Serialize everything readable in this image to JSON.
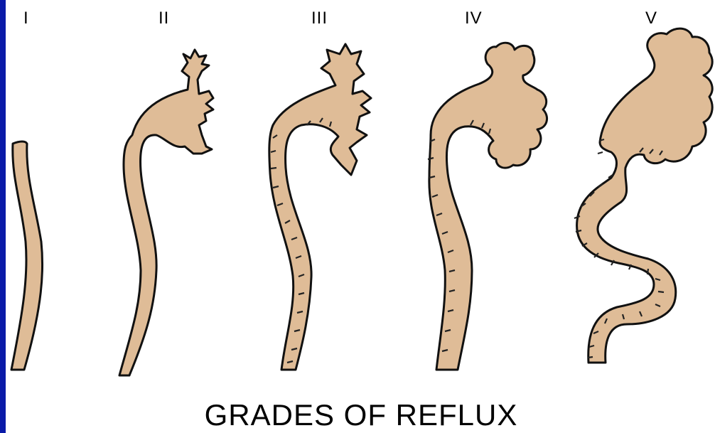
{
  "grades": [
    "I",
    "II",
    "III",
    "IV",
    "V"
  ],
  "title": "GRADES OF REFLUX",
  "colors": {
    "background_border": "#0a1aa8",
    "panel": "#ffffff",
    "tissue": "#dfbc97",
    "outline": "#111111"
  }
}
